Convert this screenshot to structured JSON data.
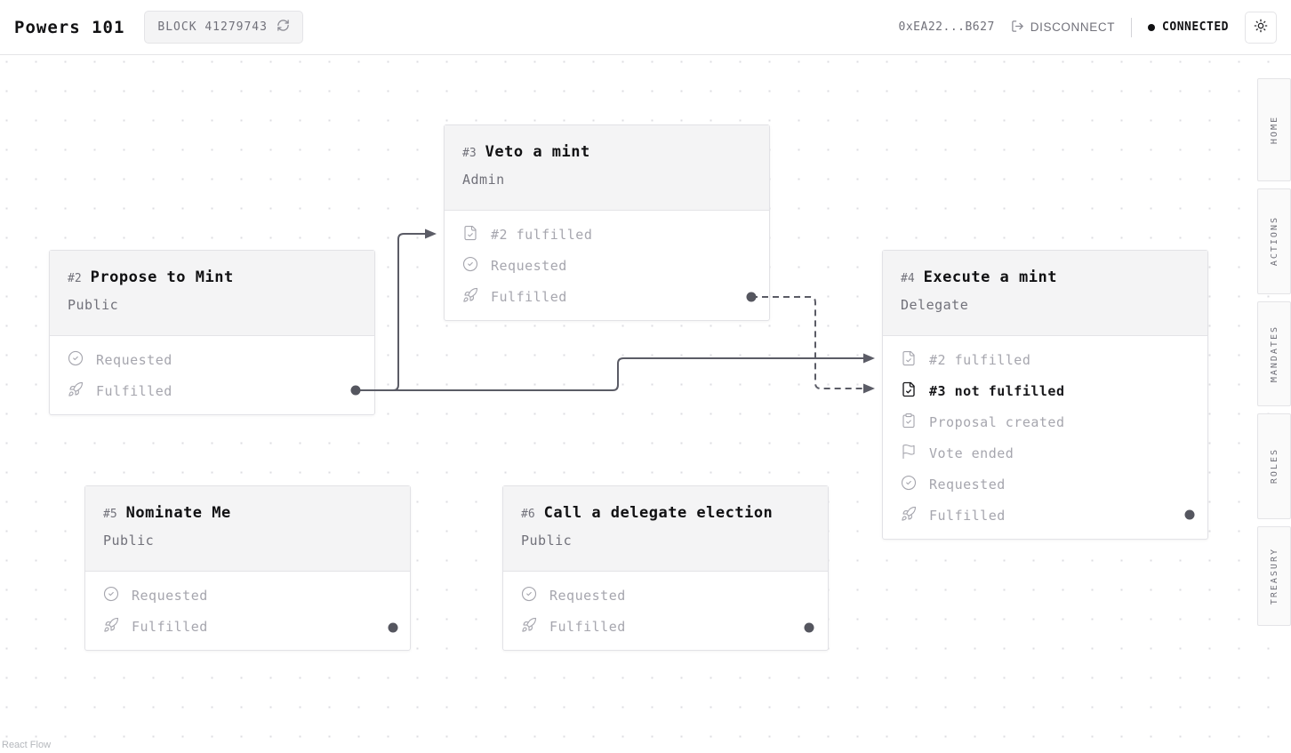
{
  "header": {
    "app_title": "Powers 101",
    "block_button": "BLOCK 41279743",
    "wallet_address": "0xEA22...B627",
    "disconnect_label": "DISCONNECT",
    "connected_label": "CONNECTED"
  },
  "sidebar": {
    "tabs": [
      "HOME",
      "ACTIONS",
      "MANDATES",
      "ROLES",
      "TREASURY"
    ]
  },
  "canvas": {
    "attribution": "React Flow",
    "nodes": [
      {
        "id": "#2",
        "title": "Propose to Mint",
        "role": "Public",
        "items": [
          {
            "icon": "circle-check",
            "label": "Requested"
          },
          {
            "icon": "rocket",
            "label": "Fulfilled"
          }
        ]
      },
      {
        "id": "#3",
        "title": "Veto a mint",
        "role": "Admin",
        "items": [
          {
            "icon": "file-check",
            "label": "#2 fulfilled"
          },
          {
            "icon": "circle-check",
            "label": "Requested"
          },
          {
            "icon": "rocket",
            "label": "Fulfilled"
          }
        ]
      },
      {
        "id": "#4",
        "title": "Execute a mint",
        "role": "Delegate",
        "items": [
          {
            "icon": "file-check",
            "label": "#2 fulfilled"
          },
          {
            "icon": "file-check",
            "label": "#3 not fulfilled",
            "active": true
          },
          {
            "icon": "clipboard-check",
            "label": "Proposal created"
          },
          {
            "icon": "flag",
            "label": "Vote ended"
          },
          {
            "icon": "circle-check",
            "label": "Requested"
          },
          {
            "icon": "rocket",
            "label": "Fulfilled"
          }
        ]
      },
      {
        "id": "#5",
        "title": "Nominate Me",
        "role": "Public",
        "items": [
          {
            "icon": "circle-check",
            "label": "Requested"
          },
          {
            "icon": "rocket",
            "label": "Fulfilled"
          }
        ]
      },
      {
        "id": "#6",
        "title": "Call a delegate election",
        "role": "Public",
        "items": [
          {
            "icon": "circle-check",
            "label": "Requested"
          },
          {
            "icon": "rocket",
            "label": "Fulfilled"
          }
        ]
      }
    ],
    "edges": [
      {
        "from": "#2",
        "to": "#3",
        "style": "solid",
        "target_condition": "#2 fulfilled"
      },
      {
        "from": "#2",
        "to": "#4",
        "style": "solid",
        "target_condition": "#2 fulfilled"
      },
      {
        "from": "#3",
        "to": "#4",
        "style": "dashed",
        "target_condition": "#3 not fulfilled"
      }
    ]
  },
  "colors": {
    "edge": "#5b5c66",
    "handle": "#55565f",
    "node_border": "#e2e2e6",
    "node_header_bg": "#f4f4f5",
    "muted_item_text": "#a6a6ae",
    "dark_text": "#111113",
    "topbar_border": "#e4e4e7",
    "connected_dot": "#111113"
  }
}
